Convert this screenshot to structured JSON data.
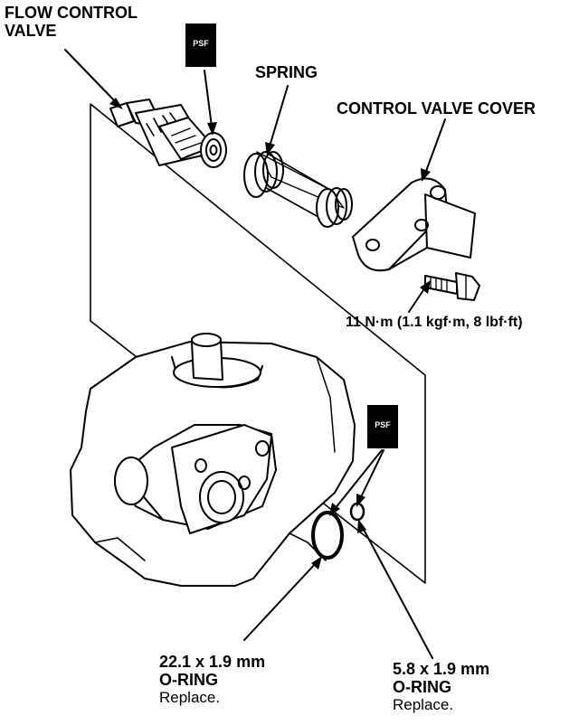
{
  "labels": {
    "flow_control_valve_1": "FLOW CONTROL",
    "flow_control_valve_2": "VALVE",
    "spring": "SPRING",
    "control_valve_cover": "CONTROL VALVE COVER",
    "torque": "11 N·m (1.1 kgf·m, 8 lbf·ft)",
    "oring_large_size": "22.1 x 1.9 mm",
    "oring_large_name": "O-RING",
    "oring_large_note": "Replace.",
    "oring_small_size": "5.8 x 1.9 mm",
    "oring_small_name": "O-RING",
    "oring_small_note": "Replace."
  },
  "badges": {
    "top_text": "PSF",
    "bottom_text": "PSF"
  },
  "colors": {
    "line": "#000000",
    "background": "#ffffff",
    "badge": "#000000"
  }
}
